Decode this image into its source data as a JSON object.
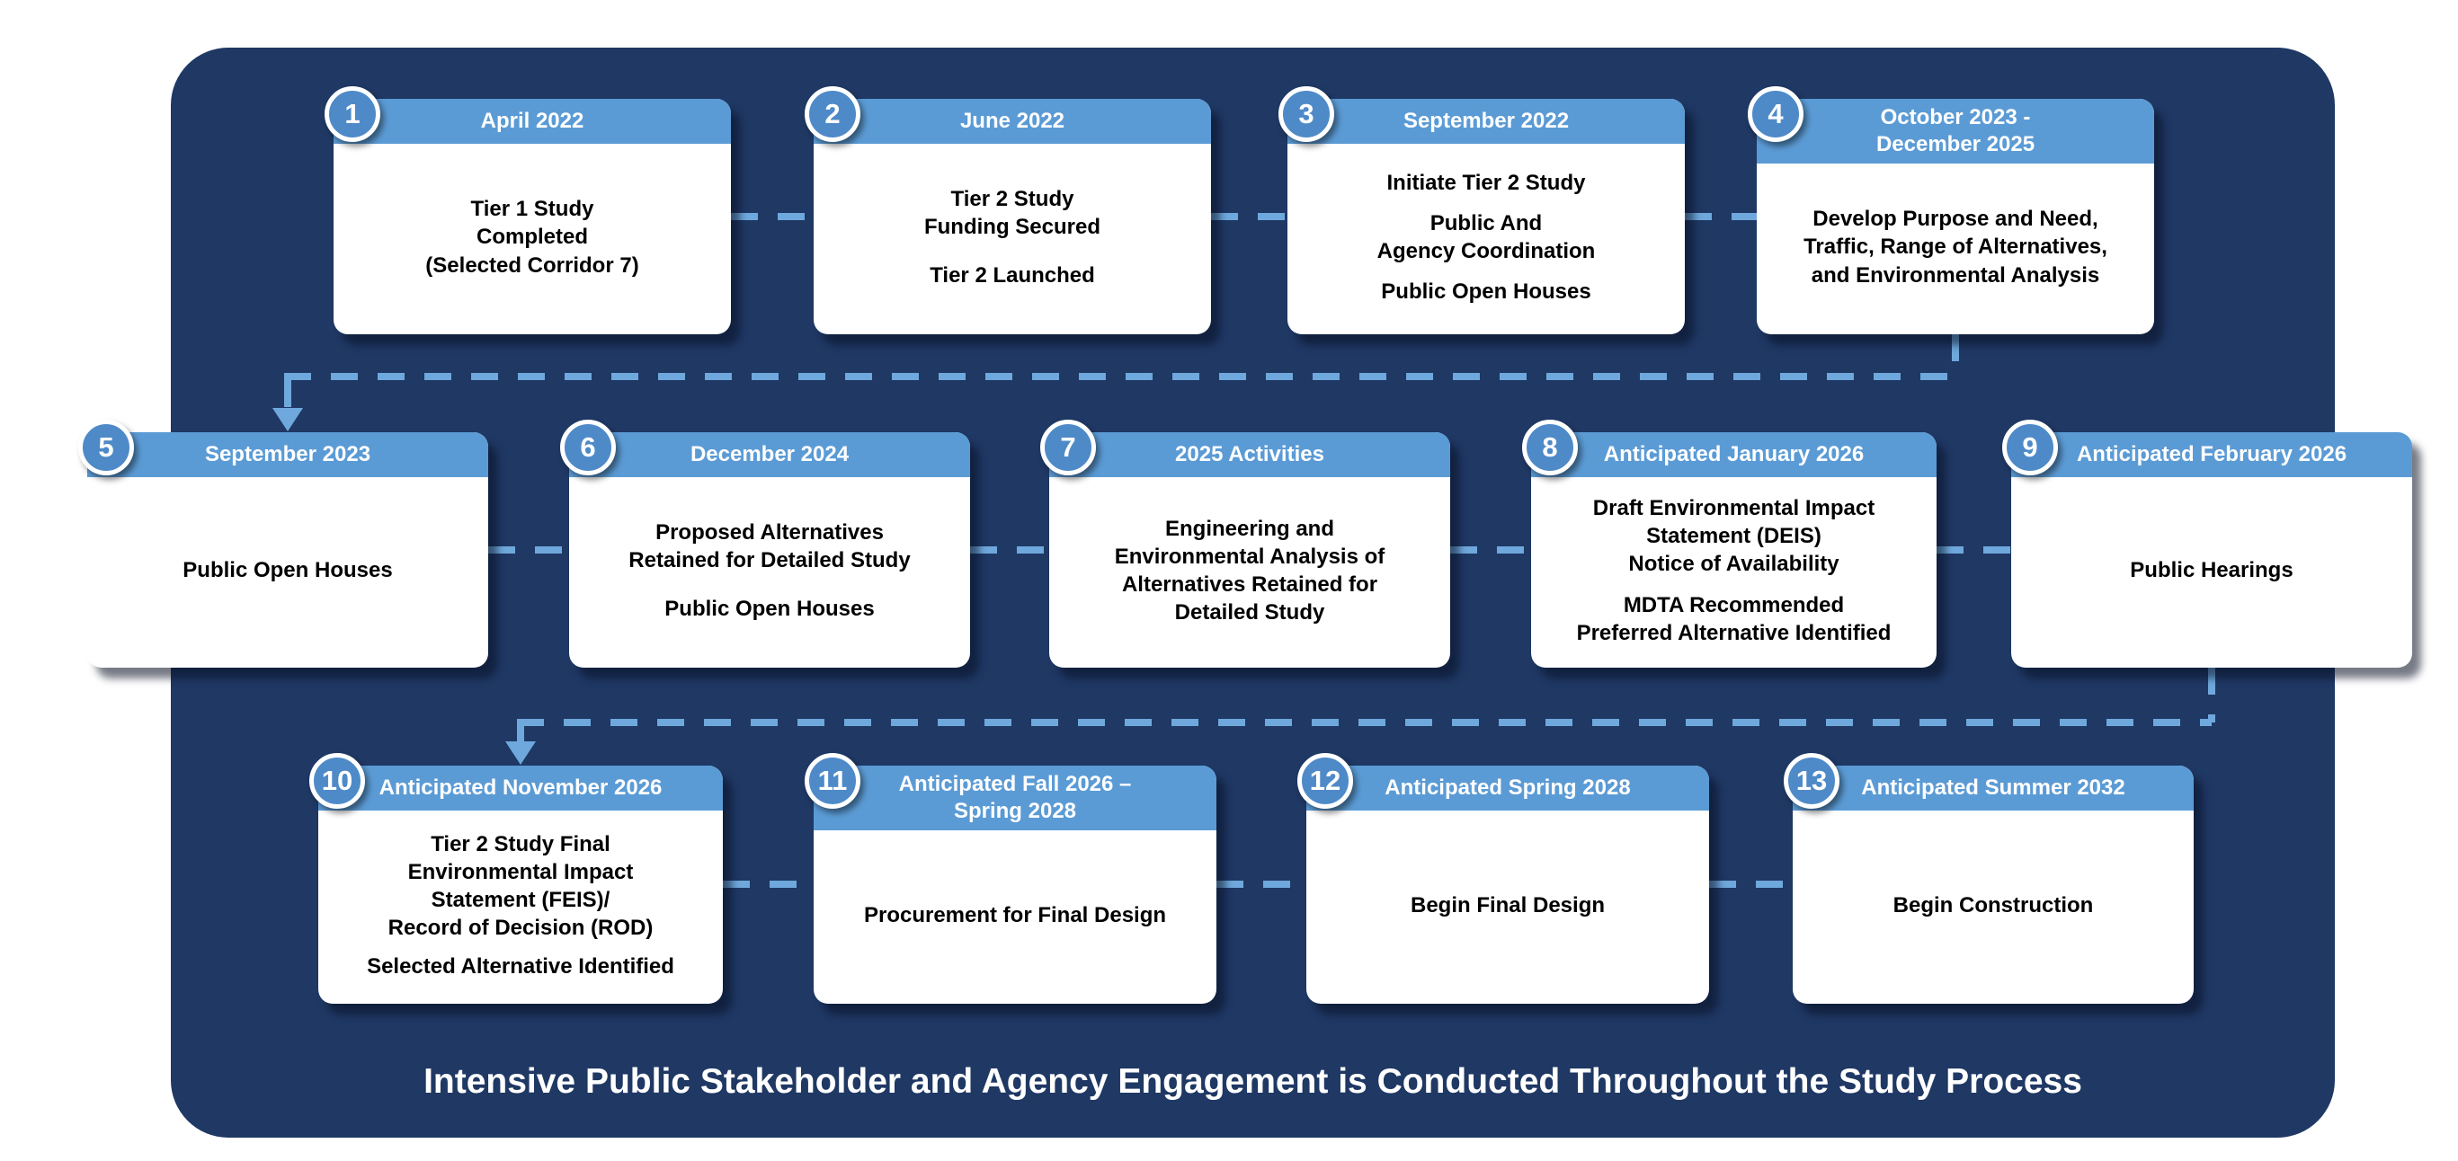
{
  "colors": {
    "page_bg": "#FFFFFF",
    "panel_navy": "#1F3864",
    "header_blue": "#5B9BD5",
    "circle_blue": "#4E8AC8",
    "connector_blue": "#6FA8DC",
    "card_white": "#FFFFFF",
    "body_text": "#000000"
  },
  "footer": "Intensive Public Stakeholder and Agency Engagement is Conducted Throughout the Study Process",
  "cards": [
    {
      "number": "1",
      "title": "April 2022",
      "body": [
        "Tier 1 Study\nCompleted\n(Selected Corridor 7)"
      ]
    },
    {
      "number": "2",
      "title": "June 2022",
      "body": [
        "Tier 2 Study\nFunding Secured",
        "Tier 2 Launched"
      ]
    },
    {
      "number": "3",
      "title": "September 2022",
      "body": [
        "Initiate Tier 2 Study",
        "Public And\nAgency Coordination",
        "Public Open Houses"
      ]
    },
    {
      "number": "4",
      "title": "October 2023 -\nDecember 2025",
      "body": [
        "Develop Purpose and Need,\nTraffic, Range of Alternatives,\nand Environmental Analysis"
      ]
    },
    {
      "number": "5",
      "title": "September 2023",
      "body": [
        "Public Open Houses"
      ]
    },
    {
      "number": "6",
      "title": "December 2024",
      "body": [
        "Proposed Alternatives\nRetained for Detailed Study",
        "Public Open Houses"
      ]
    },
    {
      "number": "7",
      "title": "2025 Activities",
      "body": [
        "Engineering and\nEnvironmental Analysis of\nAlternatives Retained for\nDetailed Study"
      ]
    },
    {
      "number": "8",
      "title": "Anticipated January 2026",
      "body": [
        "Draft Environmental Impact\nStatement (DEIS)\nNotice of Availability",
        "MDTA Recommended\nPreferred Alternative Identified"
      ]
    },
    {
      "number": "9",
      "title": "Anticipated February 2026",
      "body": [
        "Public Hearings"
      ]
    },
    {
      "number": "10",
      "title": "Anticipated November 2026",
      "body": [
        "Tier 2 Study Final\nEnvironmental Impact\nStatement (FEIS)/\nRecord of Decision (ROD)",
        "Selected Alternative Identified"
      ]
    },
    {
      "number": "11",
      "title": "Anticipated Fall 2026 –\nSpring 2028",
      "body": [
        "Procurement for Final Design"
      ]
    },
    {
      "number": "12",
      "title": "Anticipated Spring 2028",
      "body": [
        "Begin Final Design"
      ]
    },
    {
      "number": "13",
      "title": "Anticipated Summer 2032",
      "body": [
        "Begin Construction"
      ]
    }
  ]
}
